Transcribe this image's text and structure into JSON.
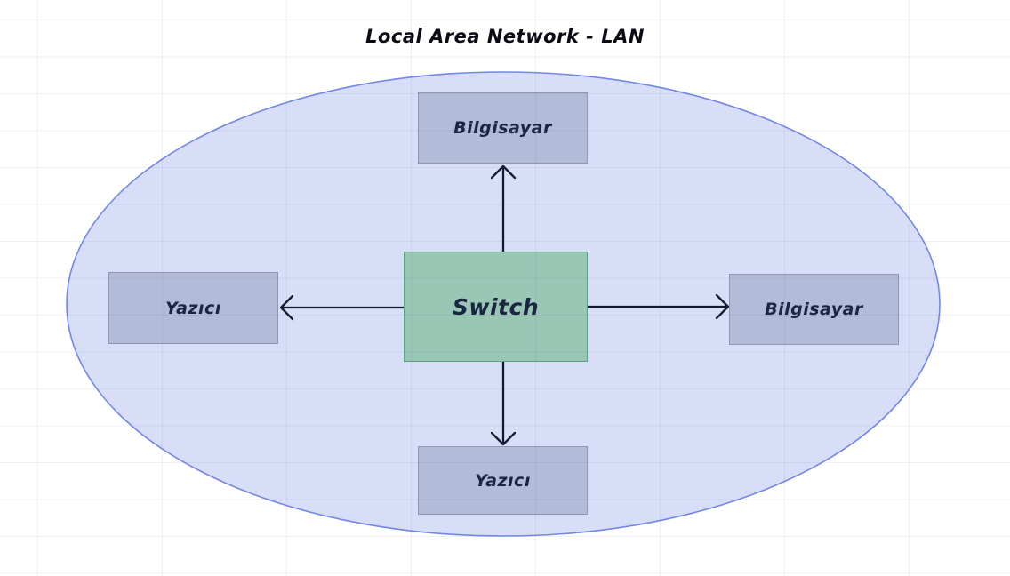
{
  "title": "Local Area Network - LAN",
  "nodes": {
    "switch": {
      "label": "Switch",
      "role": "central switch"
    },
    "top": {
      "label": "Bilgisayar",
      "role": "computer"
    },
    "right": {
      "label": "Bilgisayar",
      "role": "computer"
    },
    "left": {
      "label": "Yazıcı",
      "role": "printer"
    },
    "bottom": {
      "label": "Yazıcı",
      "role": "printer"
    }
  },
  "edges": [
    {
      "from": "switch",
      "to": "top"
    },
    {
      "from": "switch",
      "to": "right"
    },
    {
      "from": "switch",
      "to": "left"
    },
    {
      "from": "switch",
      "to": "bottom"
    }
  ],
  "colors": {
    "ellipse_fill": "#d8def7",
    "ellipse_stroke": "#7287e6",
    "node_fill": "#b2bcd8",
    "node_stroke": "#8e96b0",
    "switch_fill": "#9ac6b5",
    "switch_stroke": "#5ba183",
    "arrow": "#121a33",
    "node_text": "#1b2642",
    "title_text": "#0b0b15"
  }
}
